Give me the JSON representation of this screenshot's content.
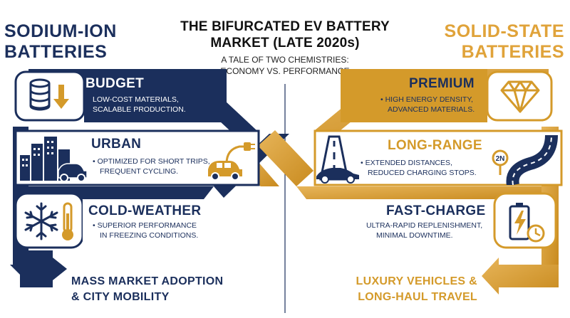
{
  "header": {
    "title_line1": "THE BIFURCATED EV BATTERY",
    "title_line2": "MARKET (LATE 2020s)",
    "subtitle_line1": "A TALE OF TWO CHEMISTRIES:",
    "subtitle_line2": "ECONOMY VS. PERFORMANCE"
  },
  "left": {
    "title_line1": "SODIUM-ION",
    "title_line2": "BATTERIES",
    "cards": [
      {
        "heading": "BUDGET",
        "line1": "LOW-COST MATERIALS,",
        "line2": "SCALABLE PRODUCTION.",
        "icon": "coins-down-icon"
      },
      {
        "heading": "URBAN",
        "line1": "• OPTIMIZED FOR SHORT TRIPS,",
        "line2": "FREQUENT CYCLING.",
        "icon": "city-car-charging-icon"
      },
      {
        "heading": "COLD-WEATHER",
        "line1": "• SUPERIOR PERFORMANCE",
        "line2": "IN FREEZING CONDITIONS.",
        "icon": "snowflake-thermometer-icon"
      }
    ],
    "footer_line1": "MASS MARKET ADOPTION",
    "footer_line2": "& CITY MOBILITY"
  },
  "right": {
    "title_line1": "SOLID-STATE",
    "title_line2": "BATTERIES",
    "cards": [
      {
        "heading": "PREMIUM",
        "line1": "• HIGH ENERGY DENSITY,",
        "line2": "ADVANCED MATERIALS.",
        "icon": "diamond-icon"
      },
      {
        "heading": "LONG-RANGE",
        "line1": "• EXTENDED DISTANCES,",
        "line2": "REDUCED CHARGING STOPS.",
        "icon": "road-car-icon",
        "road_sign": "2N"
      },
      {
        "heading": "FAST-CHARGE",
        "line1": "ULTRA-RAPID REPLENISHMENT,",
        "line2": "MINIMAL DOWNTIME.",
        "icon": "battery-bolt-clock-icon"
      }
    ],
    "footer_line1": "LUXURY VEHICLES &",
    "footer_line2": "LONG-HAUL TRAVEL"
  },
  "colors": {
    "navy": "#1b2f5c",
    "gold": "#d49a2a",
    "gold_light": "#e6b156",
    "background": "#ffffff"
  }
}
